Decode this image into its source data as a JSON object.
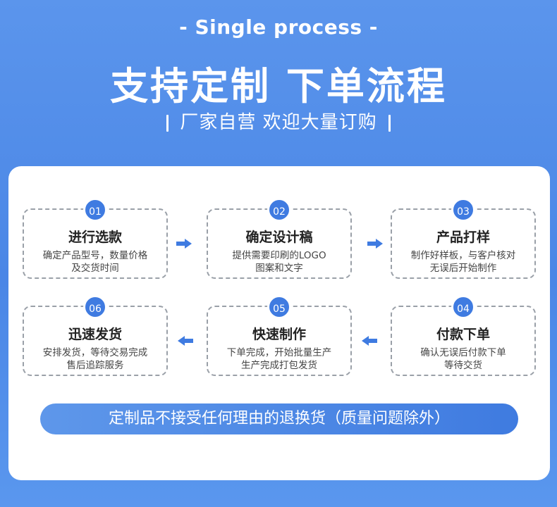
{
  "header": {
    "subtitle_en": "- Single process -",
    "headline": "支持定制 下单流程",
    "tagline": "厂家自营 欢迎大量订购"
  },
  "steps": [
    {
      "num": "01",
      "title": "进行选款",
      "desc_1": "确定产品型号，数量价格",
      "desc_2": "及交货时间"
    },
    {
      "num": "02",
      "title": "确定设计稿",
      "desc_1": "提供需要印刷的LOGO",
      "desc_2": "图案和文字"
    },
    {
      "num": "03",
      "title": "产品打样",
      "desc_1": "制作好样板，与客户核对",
      "desc_2": "无误后开始制作"
    },
    {
      "num": "04",
      "title": "付款下单",
      "desc_1": "确认无误后付款下单",
      "desc_2": "等待交货"
    },
    {
      "num": "05",
      "title": "快速制作",
      "desc_1": "下单完成，开始批量生产",
      "desc_2": "生产完成打包发货"
    },
    {
      "num": "06",
      "title": "迅速发货",
      "desc_1": "安排发货，等待交易完成",
      "desc_2": "售后追踪服务"
    }
  ],
  "notice": "定制品不接受任何理由的退换货（质量问题除外）",
  "colors": {
    "background": "#4a86e6",
    "accent": "#3f7be1",
    "panel": "#ffffff",
    "dashed_border": "#9aa0a8"
  }
}
